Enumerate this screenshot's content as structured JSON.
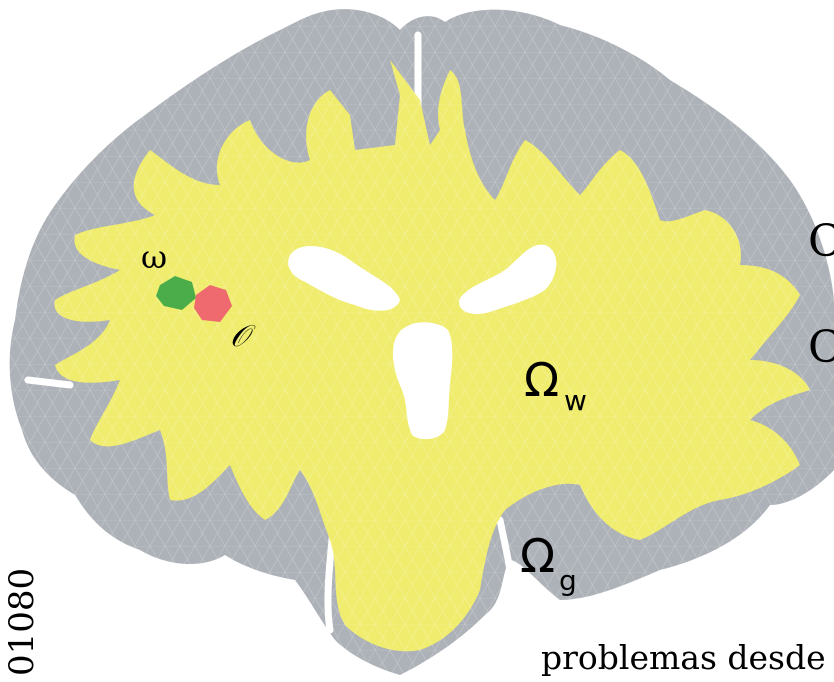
{
  "labels": {
    "omega_small": "ω",
    "observation": "𝒪",
    "omega_big_white": "Ω",
    "white_sub": "w",
    "omega_big_gray": "Ω",
    "gray_sub": "g"
  },
  "page_text": {
    "rotated_left": "01080",
    "bottom": "problemas desde",
    "right_partial_1": "C",
    "right_partial_2": "C"
  },
  "colors": {
    "gray_matter": "#adb2b8",
    "white_matter": "#f0ec6e",
    "ventricles": "#ffffff",
    "control_region": "#4aad4a",
    "observation_region": "#ef6a6e",
    "mesh_lines": "#cfd1c0"
  }
}
